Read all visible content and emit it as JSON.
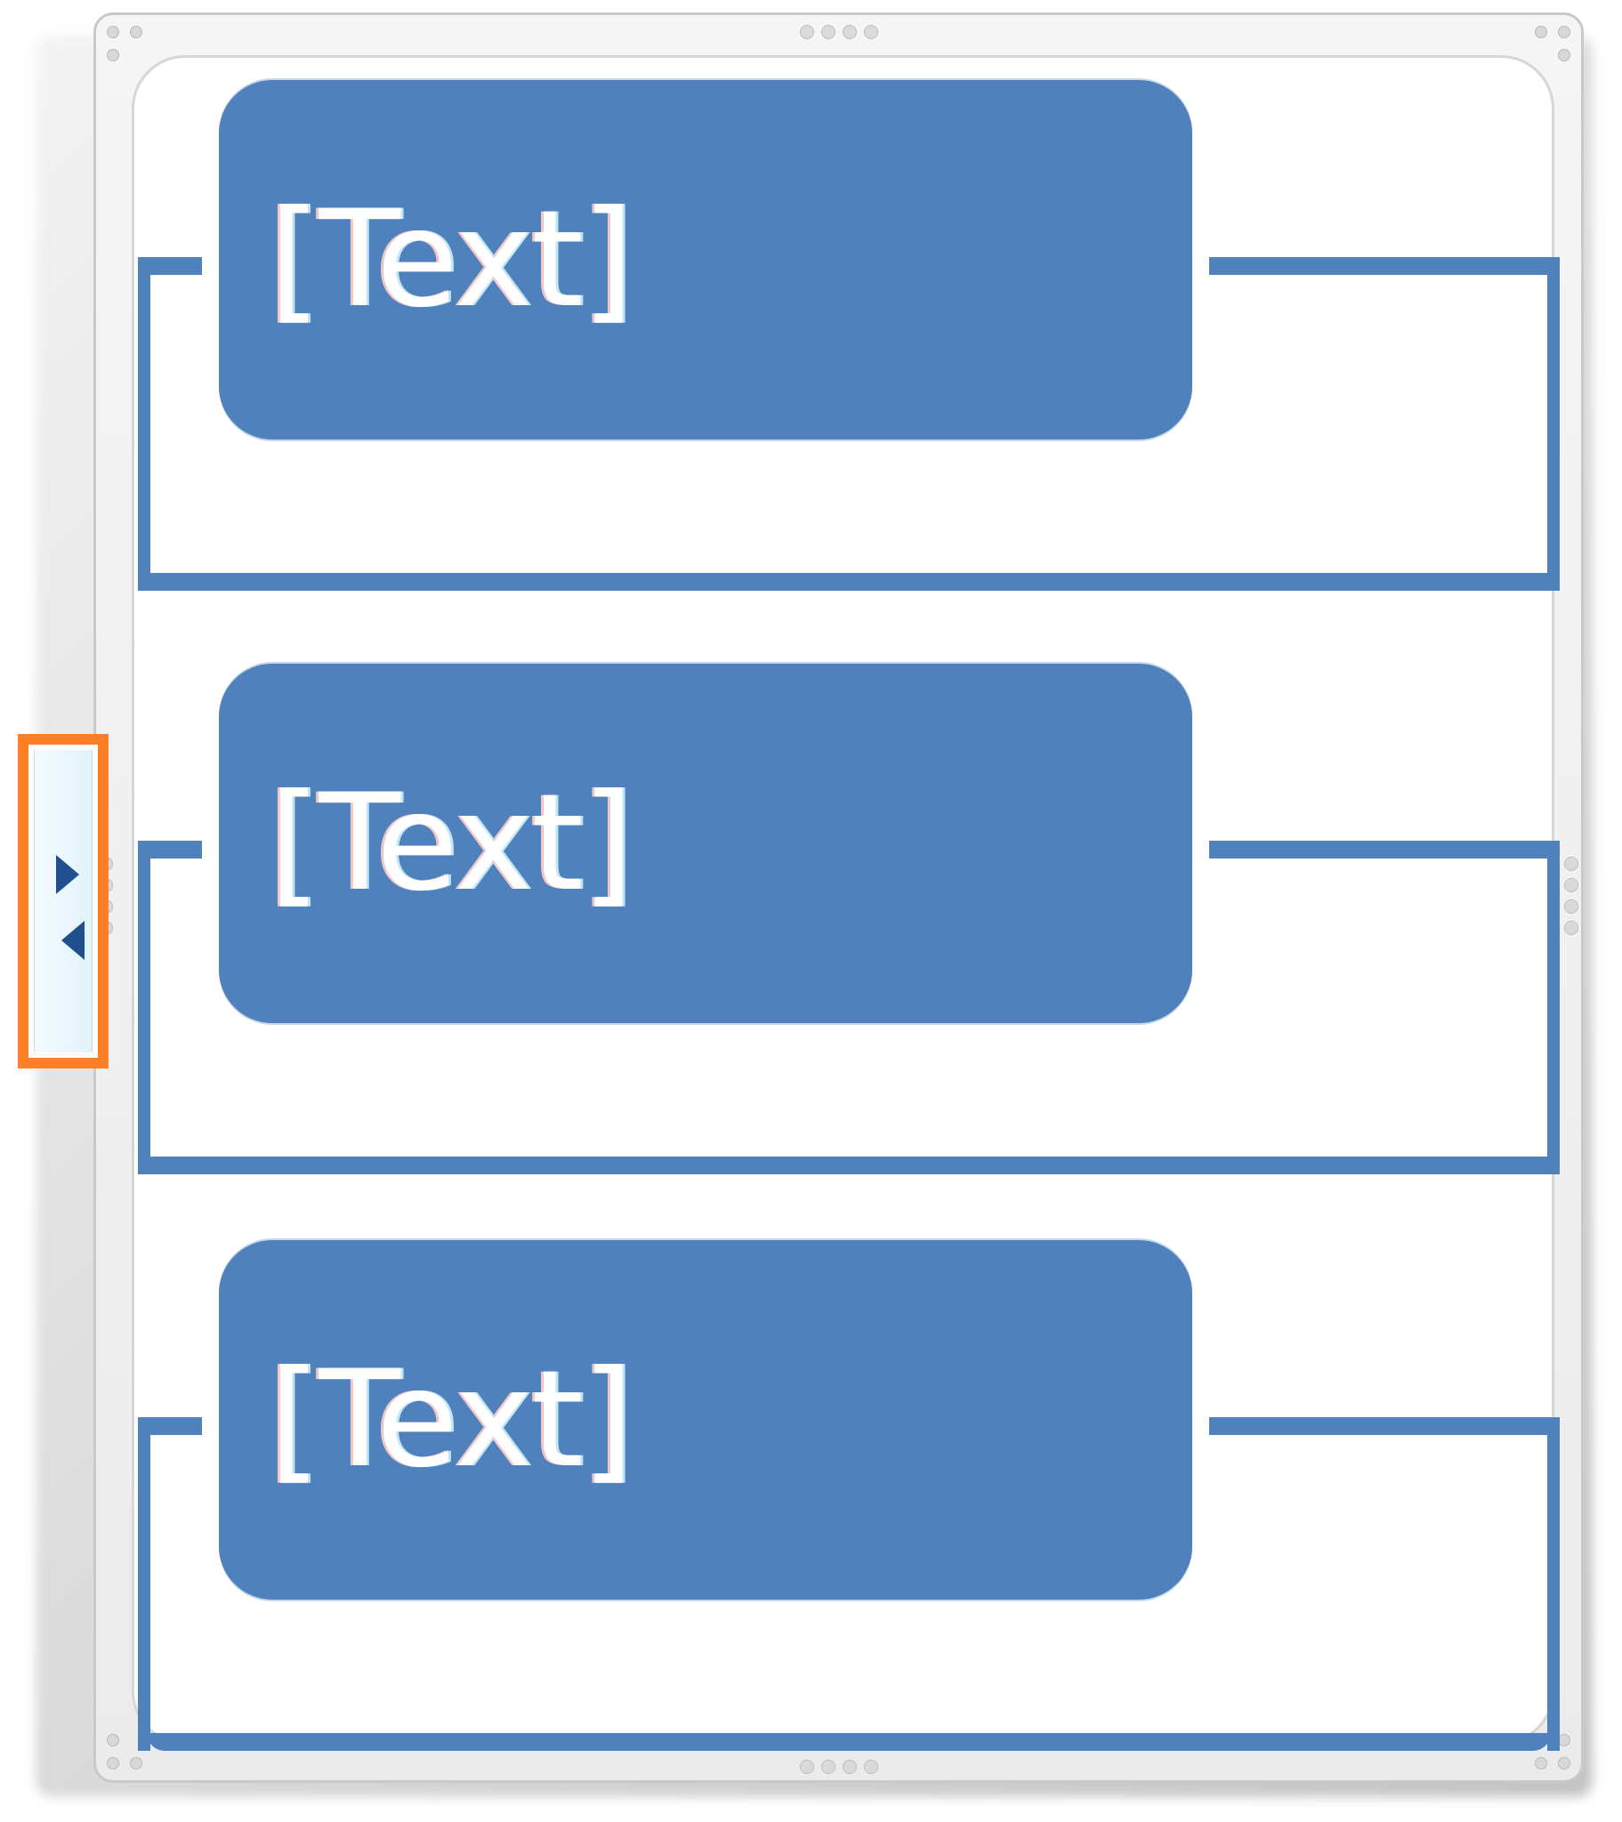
{
  "diagram": {
    "items": [
      {
        "label": "[Text]"
      },
      {
        "label": "[Text]"
      },
      {
        "label": "[Text]"
      }
    ]
  },
  "colors": {
    "shape_fill": "#4f81bd",
    "highlight": "#ff7f27",
    "toggle_arrow": "#1f4f8f"
  },
  "icons": {
    "expand": "triangle-right-icon",
    "collapse": "triangle-left-icon"
  }
}
